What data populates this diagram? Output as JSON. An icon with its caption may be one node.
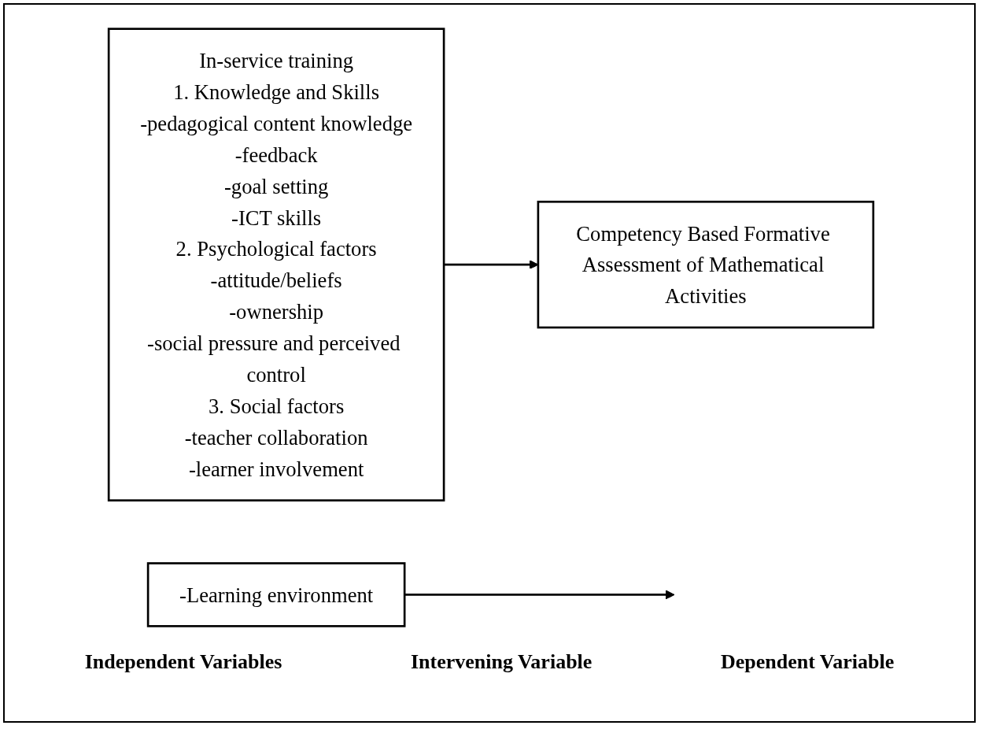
{
  "diagram": {
    "nodes": [
      {
        "text": [
          "In-service training",
          "1. Knowledge and Skills",
          "-pedagogical content knowledge",
          "-feedback",
          "-goal setting",
          "-ICT skills",
          "2. Psychological factors",
          "-attitude/beliefs",
          "-ownership",
          "-social pressure and perceived control",
          "3. Social factors",
          "-teacher collaboration",
          "-learner involvement"
        ]
      },
      {
        "text": [
          "Competency Based Formative Assessment of Mathematical Activities"
        ]
      },
      {
        "text": [
          "-Learning environment"
        ]
      }
    ],
    "edges": [
      {
        "from": 0,
        "to": 1,
        "arrow": "to"
      },
      {
        "from": 2,
        "to": null,
        "arrow": "to"
      }
    ],
    "labels": [
      "Independent Variables",
      "Intervening Variable",
      "Dependent Variable"
    ]
  }
}
